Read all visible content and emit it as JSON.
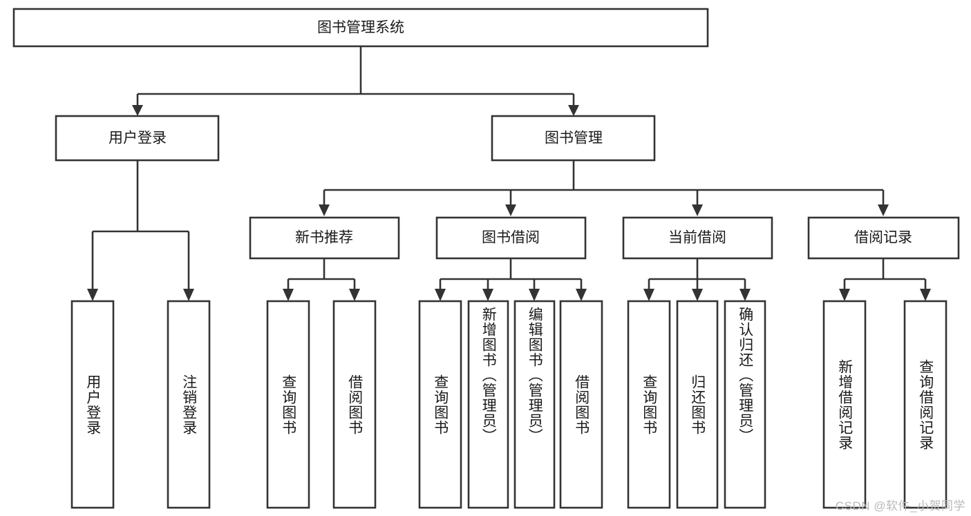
{
  "diagram": {
    "type": "tree-hierarchy",
    "title": "图书管理系统",
    "watermark": "CSDN @软件_小贺同学",
    "colors": {
      "background": "#ffffff",
      "box_fill": "#ffffff",
      "stroke": "#333333",
      "text": "#1a1a1a",
      "watermark": "#b9b9b9"
    },
    "root": {
      "label": "图书管理系统"
    },
    "level2": [
      {
        "label": "用户登录"
      },
      {
        "label": "图书管理"
      }
    ],
    "level3": [
      {
        "label": "新书推荐"
      },
      {
        "label": "图书借阅"
      },
      {
        "label": "当前借阅"
      },
      {
        "label": "借阅记录"
      }
    ],
    "leaves": {
      "user_login": [
        {
          "label": "用户登录"
        },
        {
          "label": "注销登录"
        }
      ],
      "new_book_recommend": [
        {
          "label": "查询图书"
        },
        {
          "label": "借阅图书"
        }
      ],
      "book_borrow": [
        {
          "label": "查询图书"
        },
        {
          "label": "新增图书（管理员）"
        },
        {
          "label": "编辑图书（管理员）"
        },
        {
          "label": "借阅图书"
        }
      ],
      "current_borrow": [
        {
          "label": "查询图书"
        },
        {
          "label": "归还图书"
        },
        {
          "label": "确认归还（管理员）"
        }
      ],
      "borrow_record": [
        {
          "label": "新增借阅记录"
        },
        {
          "label": "查询借阅记录"
        }
      ]
    }
  }
}
